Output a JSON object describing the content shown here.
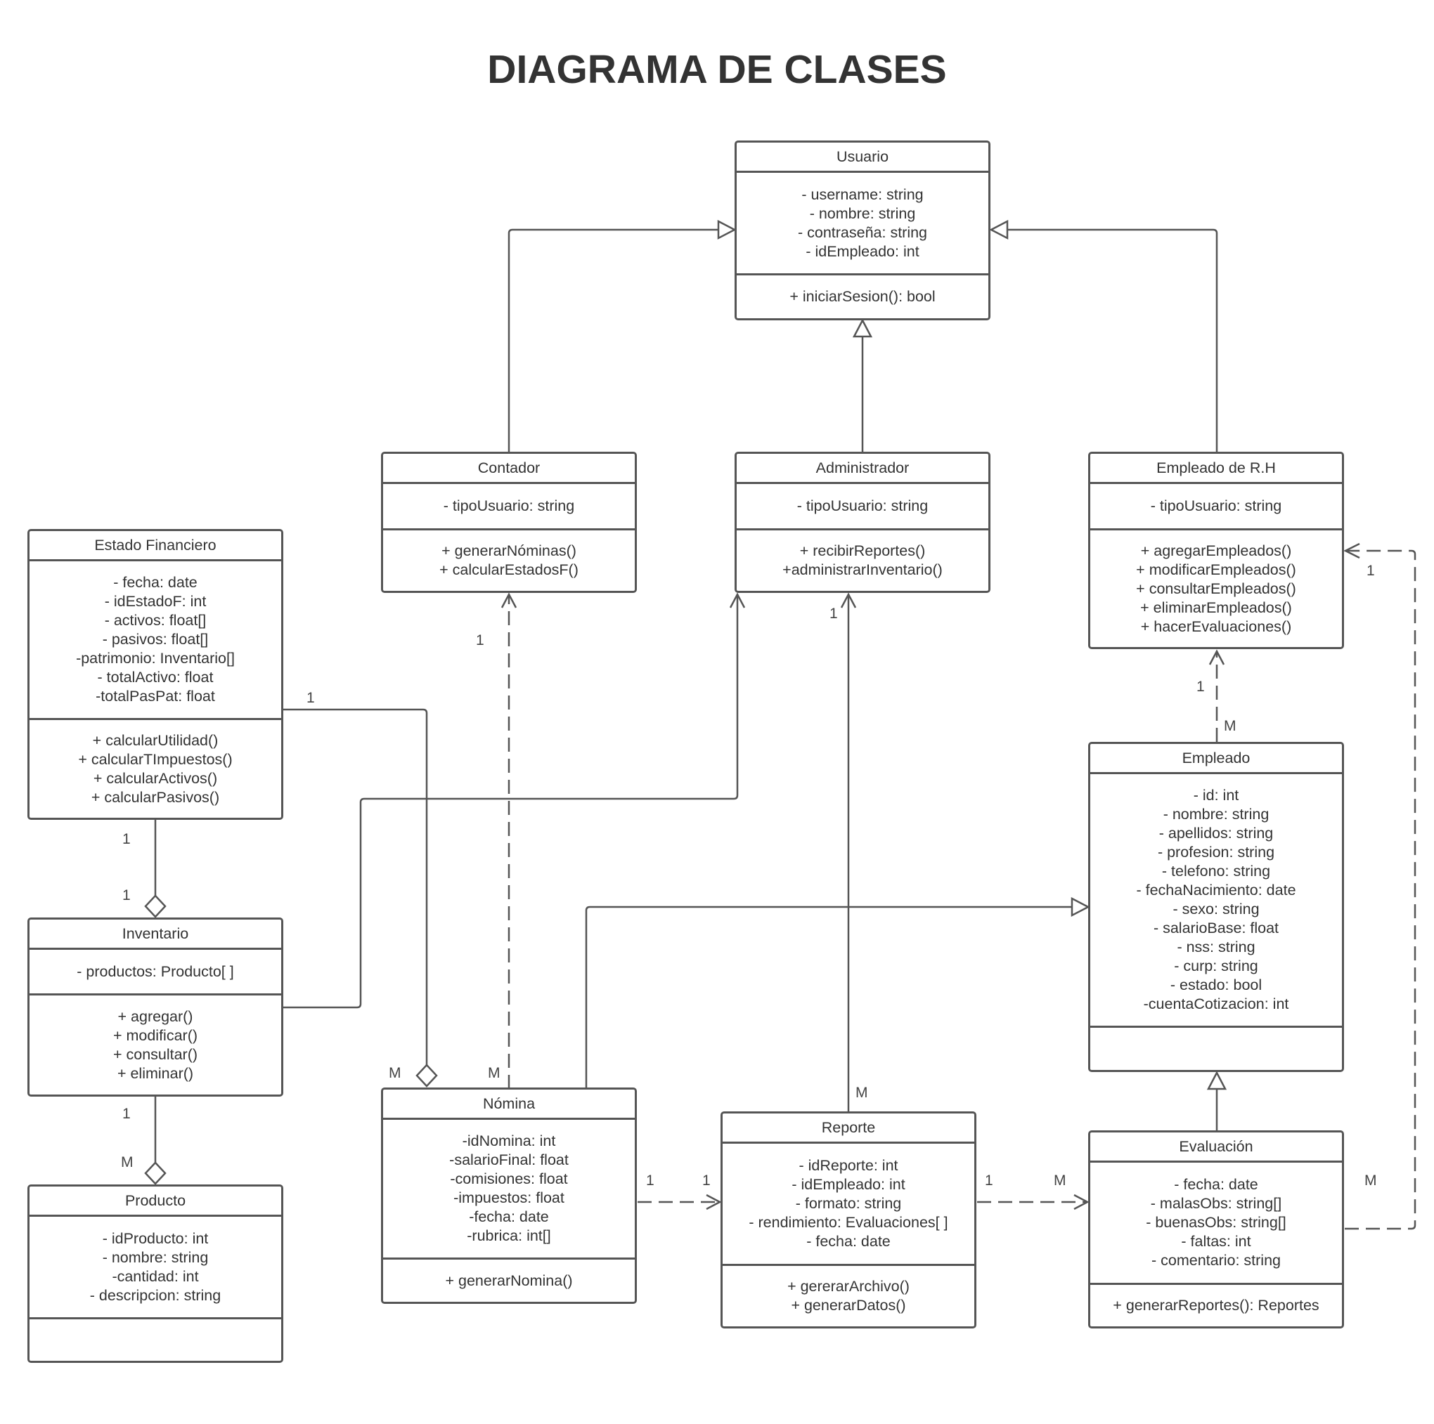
{
  "title": "DIAGRAMA DE CLASES",
  "colors": {
    "line": "#555555",
    "text": "#333333",
    "background": "#ffffff"
  },
  "classes": {
    "usuario": {
      "name": "Usuario",
      "attributes": [
        "- username: string",
        "- nombre: string",
        "- contraseña: string",
        "- idEmpleado: int"
      ],
      "methods": [
        "+ iniciarSesion(): bool"
      ]
    },
    "contador": {
      "name": "Contador",
      "attributes": [
        "- tipoUsuario: string"
      ],
      "methods": [
        "+ generarNóminas()",
        "+ calcularEstadosF()"
      ]
    },
    "administrador": {
      "name": "Administrador",
      "attributes": [
        "- tipoUsuario: string"
      ],
      "methods": [
        "+ recibirReportes()",
        "+administrarInventario()"
      ]
    },
    "empleado_rh": {
      "name": "Empleado de R.H",
      "attributes": [
        "- tipoUsuario: string"
      ],
      "methods": [
        "+ agregarEmpleados()",
        "+ modificarEmpleados()",
        "+ consultarEmpleados()",
        "+ eliminarEmpleados()",
        "+ hacerEvaluaciones()"
      ]
    },
    "estado_financiero": {
      "name": "Estado Financiero",
      "attributes": [
        "- fecha: date",
        "- idEstadoF: int",
        "- activos: float[]",
        "- pasivos: float[]",
        "-patrimonio: Inventario[]",
        "- totalActivo: float",
        "-totalPasPat: float"
      ],
      "methods": [
        "+ calcularUtilidad()",
        "+ calcularTImpuestos()",
        "+ calcularActivos()",
        "+ calcularPasivos()"
      ]
    },
    "inventario": {
      "name": "Inventario",
      "attributes": [
        "- productos: Producto[ ]"
      ],
      "methods": [
        "+ agregar()",
        "+ modificar()",
        "+ consultar()",
        "+ eliminar()"
      ]
    },
    "producto": {
      "name": "Producto",
      "attributes": [
        "- idProducto: int",
        "- nombre: string",
        "-cantidad: int",
        "- descripcion: string"
      ],
      "methods": []
    },
    "nomina": {
      "name": "Nómina",
      "attributes": [
        "-idNomina: int",
        "-salarioFinal: float",
        "-comisiones: float",
        "-impuestos: float",
        "-fecha: date",
        "-rubrica: int[]"
      ],
      "methods": [
        "+ generarNomina()"
      ]
    },
    "reporte": {
      "name": "Reporte",
      "attributes": [
        "- idReporte: int",
        "- idEmpleado: int",
        "- formato: string",
        "- rendimiento: Evaluaciones[ ]",
        "- fecha: date"
      ],
      "methods": [
        "+ gererarArchivo()",
        "+ generarDatos()"
      ]
    },
    "empleado": {
      "name": "Empleado",
      "attributes": [
        "- id: int",
        "- nombre: string",
        "- apellidos: string",
        "- profesion: string",
        "- telefono: string",
        "- fechaNacimiento: date",
        "- sexo: string",
        "- salarioBase: float",
        "- nss: string",
        "- curp: string",
        "- estado: bool",
        "-cuentaCotizacion: int"
      ],
      "methods": []
    },
    "evaluacion": {
      "name": "Evaluación",
      "attributes": [
        "- fecha: date",
        "- malasObs: string[]",
        "- buenasObs: string[]",
        "- faltas: int",
        "- comentario: string"
      ],
      "methods": [
        "+ generarReportes(): Reportes"
      ]
    }
  },
  "multiplicities": {
    "nomina_contador_contador": "1",
    "reporte_admin_admin": "1",
    "empleado_rh_empleado_rh": "1",
    "empleado_rh_empleado": "M",
    "evaluacion_rh_rh": "1",
    "evaluacion_rh_evaluacion": "M",
    "ef_nomina_ef": "1",
    "ef_inventario_ef": "1",
    "ef_inventario_inventario": "1",
    "inventario_producto_inventario": "1",
    "inventario_producto_producto": "M",
    "ef_nomina_nomina": "M",
    "nomina_contador_nomina": "M",
    "reporte_admin_reporte": "M",
    "nomina_reporte_nomina": "1",
    "nomina_reporte_reporte": "1",
    "reporte_evaluacion_reporte": "1",
    "reporte_evaluacion_evaluacion": "M"
  }
}
